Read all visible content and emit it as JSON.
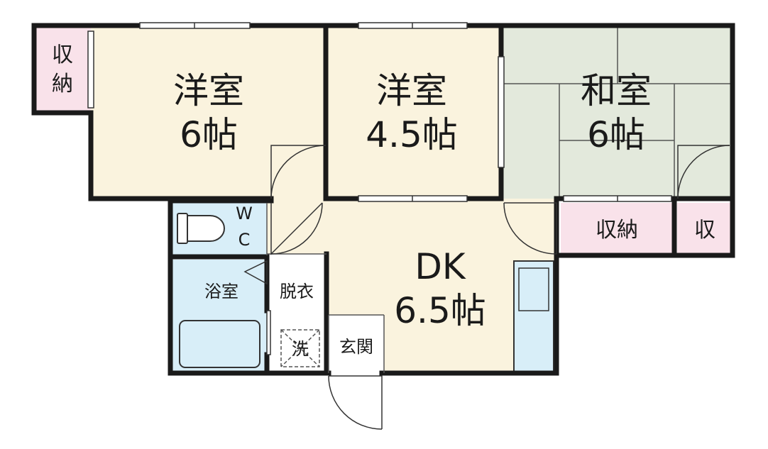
{
  "rooms": {
    "western_6": {
      "name": "洋室",
      "size": "6帖",
      "fill": "#faf3de"
    },
    "western_45": {
      "name": "洋室",
      "size": "4.5帖",
      "fill": "#faf3de"
    },
    "japanese_6": {
      "name": "和室",
      "size": "6帖",
      "fill": "#e3e9dc"
    },
    "dk": {
      "name": "DK",
      "size": "6.5帖",
      "fill": "#faf3de"
    },
    "bath": {
      "name": "浴室",
      "fill": "#d8eef8"
    },
    "changing": {
      "name": "脱衣"
    },
    "wc": {
      "line1": "W",
      "line2": "C",
      "fill": "#d8eef8"
    },
    "entrance": {
      "name": "玄関"
    }
  },
  "storage": {
    "top_left": {
      "line1": "収",
      "line2": "納",
      "fill": "#f9e2ea"
    },
    "middle": {
      "name": "収納",
      "fill": "#f9e2ea"
    },
    "right": {
      "name": "収",
      "fill": "#f9e2ea"
    }
  },
  "fixtures": {
    "washer": "洗"
  },
  "colors": {
    "wall": "#1a1a1a",
    "thin_line": "#555555"
  }
}
